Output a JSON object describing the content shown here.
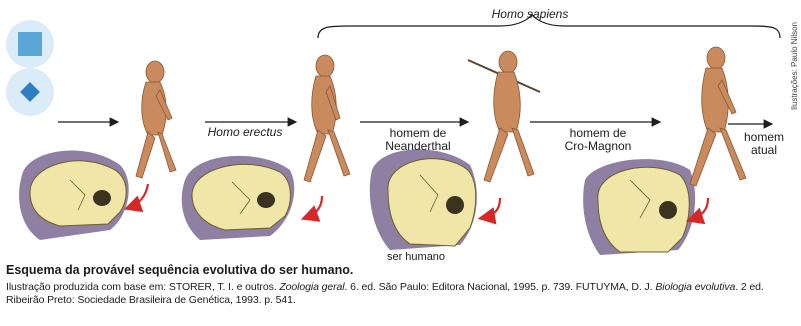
{
  "group_label": "Homo sapiens",
  "stages": {
    "erectus": "Homo erectus",
    "neanderthal": "homem de\nNeanderthal",
    "cromagnon": "homem de\nCro-Magnon",
    "atual": "homem\natual"
  },
  "skull_label": "ser humano",
  "credit": "Ilustrações: Paulo Nilson",
  "caption": {
    "title": "Esquema da provável sequência evolutiva do ser humano.",
    "ref_prefix": "Ilustração produzida com base em: STORER, T. I. e outros. ",
    "ref_book1": "Zoologia geral",
    "ref_mid": ". 6. ed. São Paulo: Editora Nacional, 1995. p. 739. FUTUYMA, D. J. ",
    "ref_book2": "Biologia evolutiva",
    "ref_suffix": ". 2 ed. Ribeirão Preto: Sociedade Brasileira de Genética, 1993. p. 541."
  },
  "colors": {
    "skin": "#c98b5e",
    "skin_shadow": "#8a5636",
    "skull": "#f0e6a8",
    "skull_shadow": "#b9a863",
    "purple_bg": "#8e7fa3",
    "arrow_red": "#d62828"
  }
}
